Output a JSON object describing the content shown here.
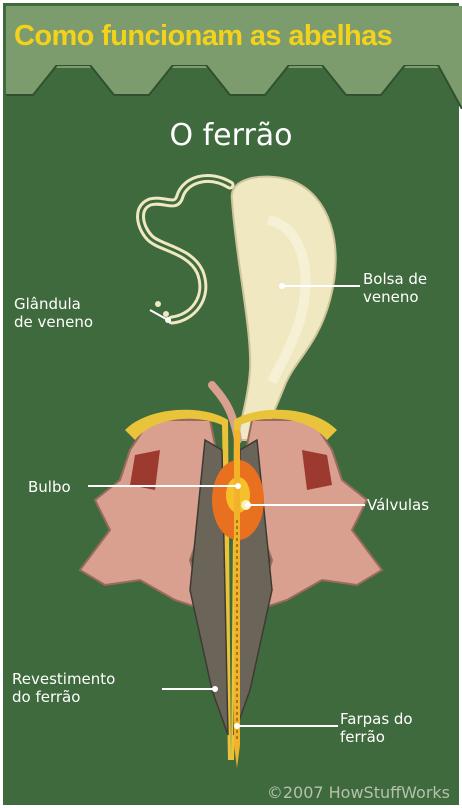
{
  "header": {
    "title": "Como funcionam as abelhas"
  },
  "figure": {
    "subtitle": "O ferrão"
  },
  "labels": {
    "poison_gland": "Glândula\nde veneno",
    "poison_sac": "Bolsa de\nveneno",
    "bulb": "Bulbo",
    "valves": "Válvulas",
    "stinger_sheath": "Revestimento\ndo ferrão",
    "barbs": "Farpas do\nferrão"
  },
  "credit": {
    "copyright": "©2007 HowStuffWorks"
  },
  "colors": {
    "background": "#3f6a3d",
    "header_band": "#7d9c6e",
    "title": "#f4d21c",
    "sac": "#efe8c1",
    "muscle": "#d9a090",
    "sheath_yellow": "#e9c43a",
    "lancet": "#f2b32a"
  }
}
